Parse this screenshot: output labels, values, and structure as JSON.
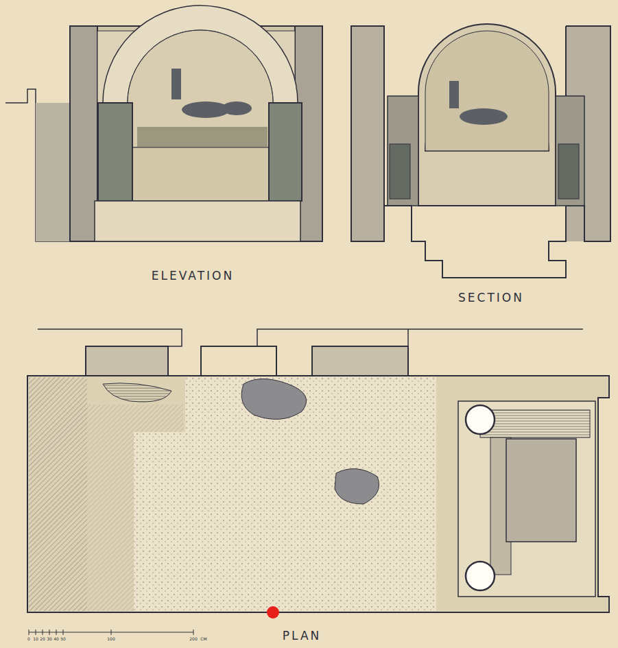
{
  "diagram": {
    "labels": [
      "ELEVATION",
      "SECTION",
      "PLAN",
      "0",
      "10",
      "20",
      "30",
      "40",
      "50",
      "100",
      "200",
      "CM"
    ]
  }
}
